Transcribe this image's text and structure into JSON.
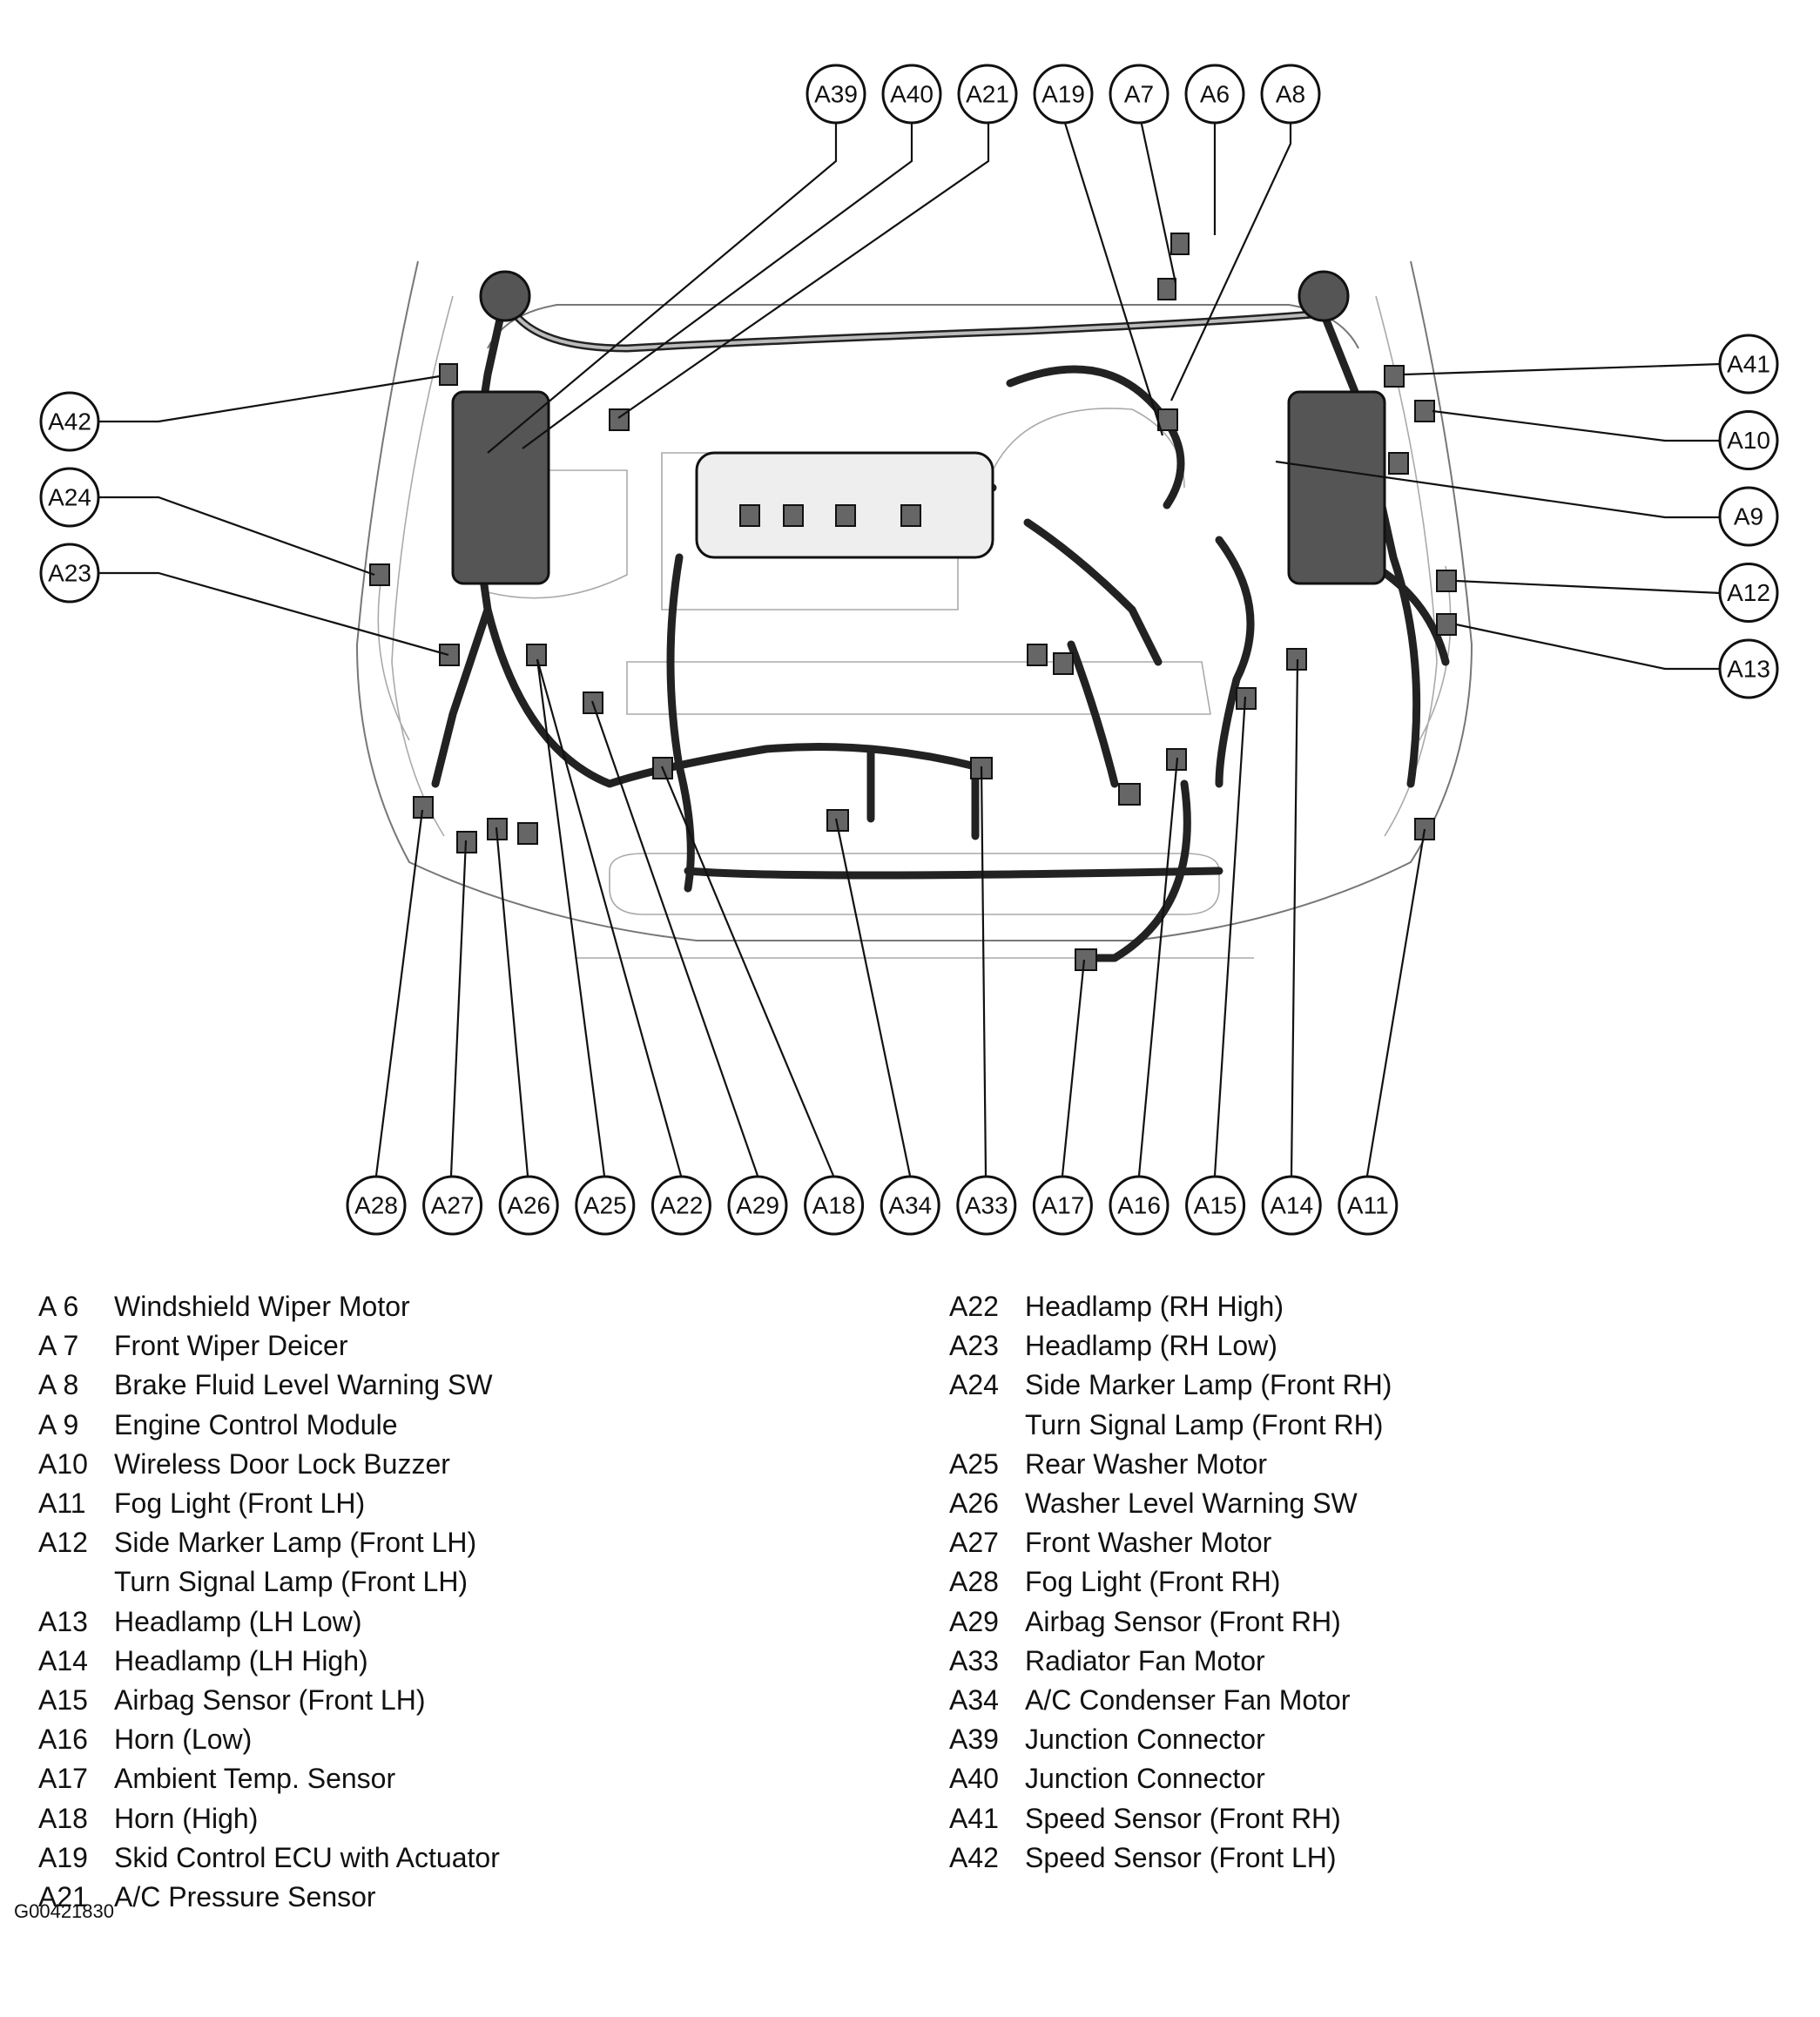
{
  "figure_id": "G00421830",
  "callouts_top": [
    "A39",
    "A40",
    "A21",
    "A19",
    "A7",
    "A6",
    "A8"
  ],
  "callouts_left": [
    "A42",
    "A24",
    "A23"
  ],
  "callouts_right": [
    "A41",
    "A10",
    "A9",
    "A12",
    "A13"
  ],
  "callouts_bottom": [
    "A28",
    "A27",
    "A26",
    "A25",
    "A22",
    "A29",
    "A18",
    "A34",
    "A33",
    "A17",
    "A16",
    "A15",
    "A14",
    "A11"
  ],
  "legend_left": [
    {
      "code": "A  6",
      "desc": "Windshield Wiper Motor"
    },
    {
      "code": "A  7",
      "desc": "Front Wiper Deicer"
    },
    {
      "code": "A  8",
      "desc": "Brake Fluid Level Warning SW"
    },
    {
      "code": "A  9",
      "desc": "Engine Control Module"
    },
    {
      "code": "A10",
      "desc": "Wireless Door Lock Buzzer"
    },
    {
      "code": "A11",
      "desc": "Fog Light (Front LH)"
    },
    {
      "code": "A12",
      "desc": "Side Marker Lamp (Front LH)"
    },
    {
      "code": "",
      "desc": "Turn Signal Lamp (Front LH)"
    },
    {
      "code": "A13",
      "desc": "Headlamp (LH Low)"
    },
    {
      "code": "A14",
      "desc": "Headlamp (LH High)"
    },
    {
      "code": "A15",
      "desc": "Airbag Sensor (Front LH)"
    },
    {
      "code": "A16",
      "desc": "Horn (Low)"
    },
    {
      "code": "A17",
      "desc": "Ambient Temp. Sensor"
    },
    {
      "code": "A18",
      "desc": "Horn (High)"
    },
    {
      "code": "A19",
      "desc": "Skid Control ECU with Actuator"
    },
    {
      "code": "A21",
      "desc": "A/C Pressure Sensor"
    }
  ],
  "legend_right": [
    {
      "code": "A22",
      "desc": "Headlamp (RH High)"
    },
    {
      "code": "A23",
      "desc": "Headlamp (RH Low)"
    },
    {
      "code": "A24",
      "desc": "Side Marker Lamp (Front RH)"
    },
    {
      "code": "",
      "desc": "Turn Signal Lamp (Front RH)"
    },
    {
      "code": "A25",
      "desc": "Rear Washer Motor"
    },
    {
      "code": "A26",
      "desc": "Washer Level Warning SW"
    },
    {
      "code": "A27",
      "desc": "Front Washer Motor"
    },
    {
      "code": "A28",
      "desc": "Fog Light (Front RH)"
    },
    {
      "code": "A29",
      "desc": "Airbag Sensor (Front RH)"
    },
    {
      "code": "A33",
      "desc": "Radiator Fan Motor"
    },
    {
      "code": "A34",
      "desc": "A/C Condenser Fan Motor"
    },
    {
      "code": "A39",
      "desc": "Junction Connector"
    },
    {
      "code": "A40",
      "desc": "Junction Connector"
    },
    {
      "code": "A41",
      "desc": "Speed Sensor (Front RH)"
    },
    {
      "code": "A42",
      "desc": "Speed Sensor (Front LH)"
    }
  ]
}
